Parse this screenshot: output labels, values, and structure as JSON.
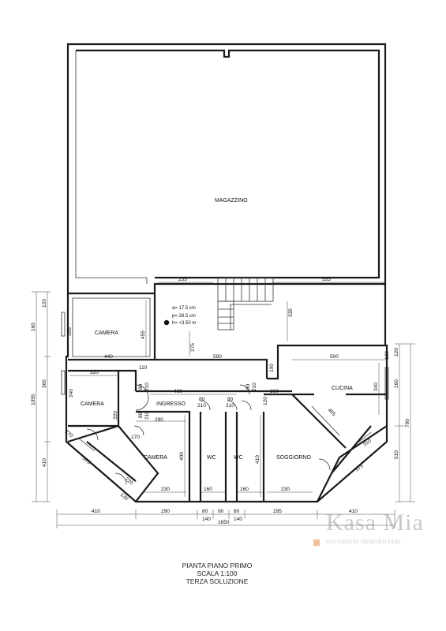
{
  "rooms": {
    "magazzino": "MAGAZZINO",
    "camera_top": "CAMERA",
    "camera_mid": "CAMERA",
    "camera_low": "CAMERA",
    "ingresso": "INGRESSO",
    "wc1": "WC",
    "wc2": "WC",
    "soggiorno": "SOGGIORNO",
    "cucina": "CUCINA"
  },
  "stairs": {
    "alzata": "a= 17.5 cm",
    "pedata": "p= 28.5 cm",
    "altezza": "h= +3.50 m"
  },
  "dims": {
    "d235": "235",
    "d555": "555",
    "d335": "335",
    "d275": "275",
    "d590": "590",
    "d440": "440",
    "d455": "455",
    "d355": "355",
    "d110": "110",
    "d320a": "320",
    "d240": "240",
    "d320b": "320",
    "d460": "460",
    "d360": "360",
    "d290a": "290",
    "d400": "400",
    "d410a": "410",
    "d230a": "230",
    "d160a": "160",
    "d160b": "160",
    "d230b": "230",
    "d500": "500",
    "d340": "340",
    "d190": "190",
    "d405": "405",
    "d170": "170",
    "d575a": "575",
    "d575b": "575",
    "d310": "310",
    "d130": "130",
    "d120a": "120",
    "d80a": "80",
    "d210a": "210",
    "d80b": "80",
    "d210b": "210",
    "d80c": "80",
    "d210c": "210",
    "d80d": "80",
    "d210d": "210",
    "d80e": "80",
    "d210e": "210",
    "d120b": "120",
    "d220": "220",
    "d270": "270",
    "l120": "120",
    "l160": "160",
    "l365": "365",
    "l1055": "1055",
    "l410": "410",
    "r120": "120",
    "r160": "160",
    "r790": "790",
    "r510": "510",
    "b410": "410",
    "b290": "290",
    "b80a": "80",
    "b90": "90",
    "b80b": "80",
    "b295": "295",
    "b410r": "410",
    "b140a": "140",
    "b140b": "140",
    "b1650": "1650"
  },
  "title": {
    "line1": "PIANTA PIANO PRIMO",
    "line2": "SCALA 1:100",
    "line3": "TERZA SOLUZIONE"
  },
  "logo": {
    "brand": "Kasa Mia",
    "sub": "SOLUZIONI IMMOBILIARI",
    "accent": "#e07a2a"
  }
}
